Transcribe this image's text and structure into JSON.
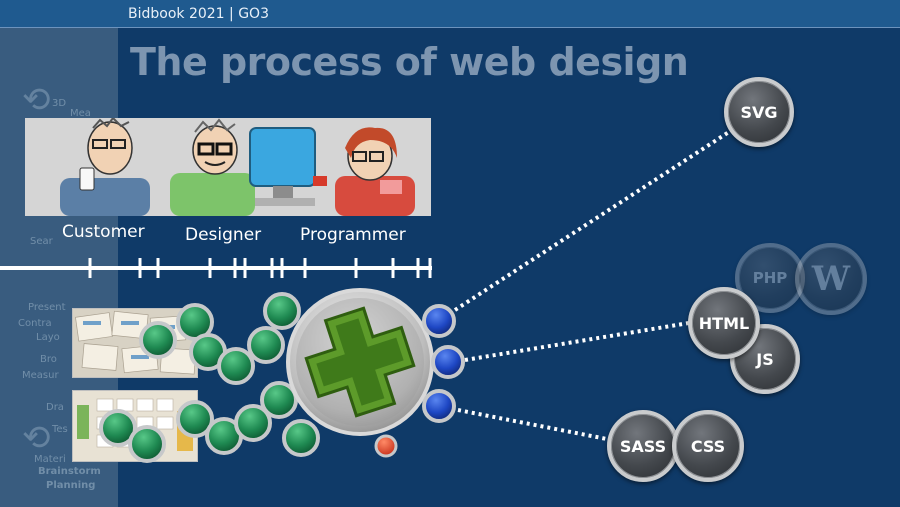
{
  "header": {
    "breadcrumb": "Bidbook 2021 | GO3"
  },
  "slide": {
    "title": "The process of web design"
  },
  "roles": [
    "Customer",
    "Designer",
    "Programmer"
  ],
  "side_menu": [
    "3D",
    "Mea",
    "Sear",
    "Present",
    "Contra",
    "Layo",
    "Bro",
    "Measur",
    "Dra",
    "Tes",
    "Materi",
    "Brainstorm",
    "Planning"
  ],
  "tech_bubbles": {
    "svg": "SVG",
    "html": "HTML",
    "js": "JS",
    "sass": "SASS",
    "css": "CSS",
    "php": "PHP"
  },
  "icons": {
    "center": "green-cross-icon",
    "wordpress": "wordpress-logo-icon"
  },
  "colors": {
    "background": "#0f3a68",
    "topbar": "#1f5a8f",
    "green_node": "#2e9a5e",
    "blue_node": "#2a56c9",
    "red_node": "#e0482b"
  }
}
